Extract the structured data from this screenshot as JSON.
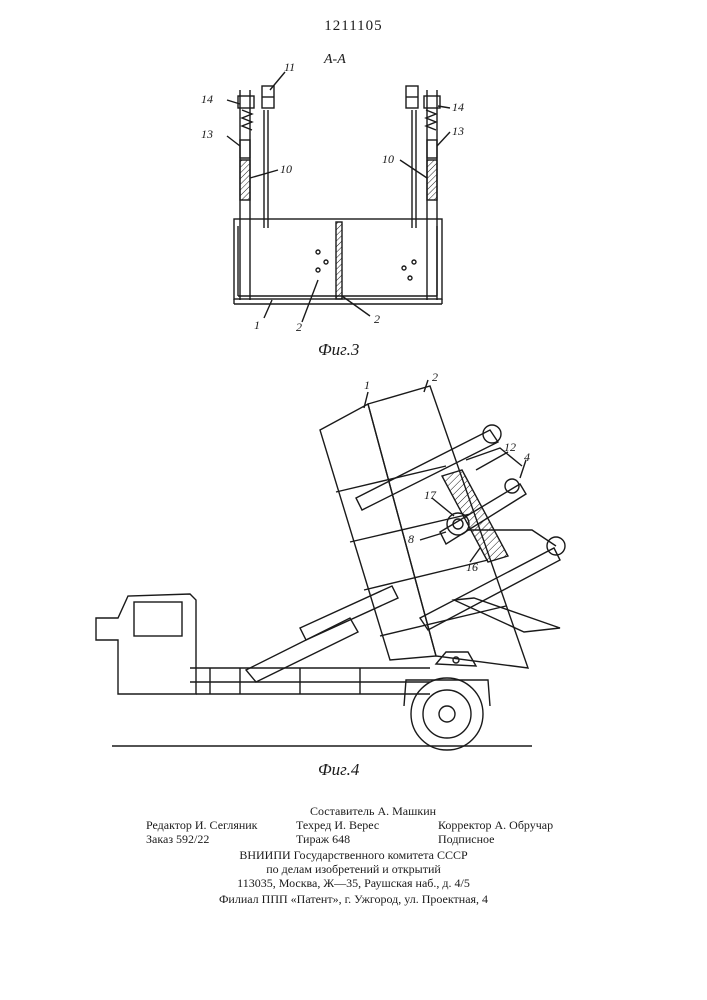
{
  "patent_number": "1211105",
  "fig3": {
    "section_label": "A-A",
    "caption": "Фиг.3",
    "labels": {
      "l14a": "14",
      "l11": "11",
      "l13a": "13",
      "l10a": "10",
      "l14b": "14",
      "l13b": "13",
      "l10b": "10",
      "l1": "1",
      "l2a": "2",
      "l2b": "2"
    }
  },
  "fig4": {
    "caption": "Фиг.4",
    "labels": {
      "l1": "1",
      "l2": "2",
      "l12": "12",
      "l4": "4",
      "l17": "17",
      "l8": "8",
      "l16": "16"
    }
  },
  "imprint": {
    "compiler": "Составитель А. Машкин",
    "editor": "Редактор И. Сегляник",
    "tech_editor": "Техред И. Верес",
    "corrector": "Корректор А. Обручар",
    "order": "Заказ 592/22",
    "circulation": "Тираж 648",
    "subscription": "Подписное",
    "org_line1": "ВНИИПИ Государственного комитета СССР",
    "org_line2": "по делам изобретений и открытий",
    "address": "113035, Москва, Ж—35, Раушская наб., д. 4/5",
    "branch": "Филиал ППП «Патент», г. Ужгород, ул. Проектная, 4"
  }
}
